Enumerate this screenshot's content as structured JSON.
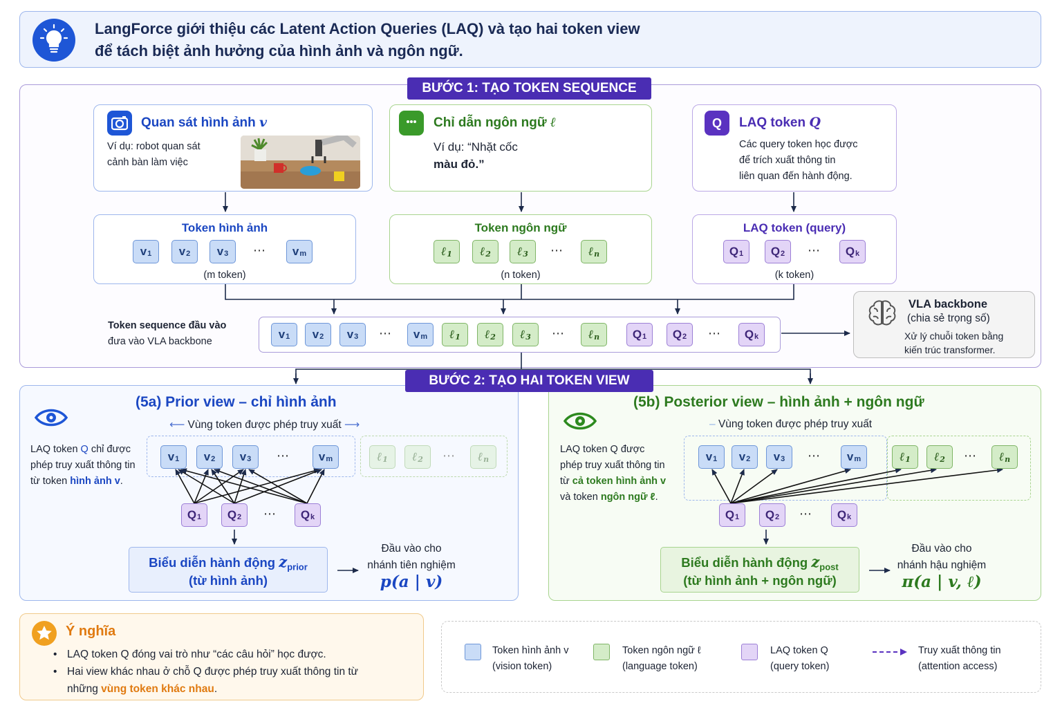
{
  "header": {
    "line1": "LangForce giới thiệu các Latent Action Queries (LAQ) và tạo hai token view",
    "line2": "để tách biệt ảnh hưởng của hình ảnh và ngôn ngữ.",
    "icon": "lightbulb-icon"
  },
  "step1": {
    "banner": "BƯỚC 1: TẠO TOKEN SEQUENCE",
    "image_obs": {
      "title": "Quan sát hình ảnh",
      "symbol": "v",
      "desc1": "Ví dụ: robot quan sát",
      "desc2": "cảnh bàn làm việc",
      "icon": "camera-icon"
    },
    "lang_instr": {
      "title": "Chỉ dẫn ngôn ngữ",
      "symbol": "ℓ",
      "desc1": "Ví dụ: “Nhặt cốc",
      "desc2": "màu đỏ.”",
      "icon": "chat-icon"
    },
    "laq": {
      "title": "LAQ token",
      "symbol": "Q",
      "icon_letter": "Q",
      "desc1": "Các query token học được",
      "desc2": "để trích xuất thông tin",
      "desc3": "liên quan đến hành động."
    },
    "img_tokens": {
      "title": "Token hình ảnh",
      "count": "(m token)"
    },
    "lang_tokens": {
      "title": "Token ngôn ngữ",
      "count": "(n token)"
    },
    "laq_tokens": {
      "title": "LAQ token (query)",
      "count": "(k token)"
    },
    "seq_label1": "Token sequence đầu vào",
    "seq_label2": "đưa vào VLA backbone",
    "backbone": {
      "title": "VLA backbone",
      "sub": "(chia sẻ trọng số)",
      "desc1": "Xử lý chuỗi token bằng",
      "desc2": "kiến trúc transformer.",
      "icon": "brain-icon"
    }
  },
  "tokens": {
    "v": [
      "v",
      "v",
      "v",
      "v"
    ],
    "v_sub": [
      "1",
      "2",
      "3",
      "m"
    ],
    "l": [
      "ℓ",
      "ℓ",
      "ℓ",
      "ℓ"
    ],
    "l_sub": [
      "1",
      "2",
      "3",
      "n"
    ],
    "q": [
      "Q",
      "Q",
      "Q"
    ],
    "q_sub": [
      "1",
      "2",
      "k"
    ],
    "dots": "⋯"
  },
  "step2": {
    "banner": "BƯỚC 2: TẠO HAI TOKEN VIEW",
    "prior": {
      "title": "(5a) Prior view – chỉ hình ảnh",
      "region": "Vùng token được phép truy xuất",
      "desc1a": "LAQ token ",
      "desc1b": "Q",
      "desc1c": " chỉ được",
      "desc2": "phép truy xuất thông tin",
      "desc3a": "từ token ",
      "desc3b": "hình ảnh v",
      "desc3c": ".",
      "repr1": "Biểu diễn hành động ",
      "repr_z": "z",
      "repr_sub": "prior",
      "repr2": "(từ hình ảnh)",
      "out1": "Đầu vào cho",
      "out2": "nhánh tiên nghiệm",
      "formula": "p(a | v)",
      "icon": "eye-icon"
    },
    "posterior": {
      "title": "(5b) Posterior view – hình ảnh + ngôn ngữ",
      "region": "Vùng token được phép truy xuất",
      "desc1": "LAQ token Q được",
      "desc2": "phép truy xuất thông tin",
      "desc3a": "từ ",
      "desc3b": "cả token hình ảnh v",
      "desc4a": "và token ",
      "desc4b": "ngôn ngữ ℓ",
      "desc4c": ".",
      "repr1": "Biểu diễn hành động ",
      "repr_z": "z",
      "repr_sub": "post",
      "repr2": "(từ hình ảnh + ngôn ngữ)",
      "out1": "Đầu vào cho",
      "out2": "nhánh hậu nghiệm",
      "formula": "π(a | v, ℓ)",
      "icon": "eye-icon"
    }
  },
  "meaning": {
    "title": "Ý nghĩa",
    "icon": "star-icon",
    "bullet1": "LAQ token Q đóng vai trò như “các câu hỏi” học được.",
    "bullet2a": "Hai view khác nhau ở chỗ Q được phép truy xuất thông tin từ",
    "bullet2b": "những ",
    "bullet2c": "vùng token khác nhau",
    "bullet2d": "."
  },
  "legend": {
    "img": "Token hình ảnh v",
    "img_sub": "(vision token)",
    "lang": "Token ngôn ngữ ℓ",
    "lang_sub": "(language token)",
    "laq": "LAQ token Q",
    "laq_sub": "(query token)",
    "attn": "Truy xuất thông tin",
    "attn_sub": "(attention access)"
  },
  "colors": {
    "blue": "#1b47c2",
    "green": "#2d7a1f",
    "purple": "#4a2db3",
    "orange": "#e07a10"
  }
}
